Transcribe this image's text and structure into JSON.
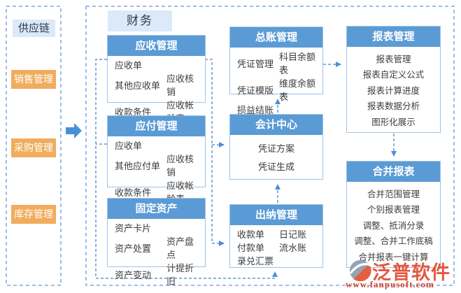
{
  "palette": {
    "header_blue": "#5b9bd5",
    "tab_bg": "#dbe9f8",
    "orange": "#f0ad5e",
    "dashed_border_blue": "#7ea6e0",
    "connector_blue": "#5b9bd5",
    "arrow_blue": "#4a90d9",
    "watermark_orange": "#e25840"
  },
  "supply_chain": {
    "title": "供应链",
    "items": [
      {
        "label": "销售管理"
      },
      {
        "label": "采购管理"
      },
      {
        "label": "库存管理"
      }
    ]
  },
  "finance": {
    "tab_label": "财务"
  },
  "boxes": {
    "receivables": {
      "title": "应收管理",
      "rows": [
        [
          "应收单",
          ""
        ],
        [
          "其他应收单",
          "应收核销"
        ],
        [
          "收款条件",
          "应收帐龄表"
        ]
      ]
    },
    "payables": {
      "title": "应付管理",
      "rows": [
        [
          "应收单",
          ""
        ],
        [
          "其他应付单",
          "应收核销"
        ],
        [
          "收款条件",
          "应收帐龄表"
        ]
      ]
    },
    "fixed_assets": {
      "title": "固定资产",
      "rows": [
        [
          "资产卡片",
          ""
        ],
        [
          "资产处置",
          "资产盘点"
        ],
        [
          "资产变动",
          "计提折旧"
        ]
      ]
    },
    "general_ledger": {
      "title": "总账管理",
      "rows": [
        [
          "凭证管理",
          "科目余额表"
        ],
        [
          "凭证模版",
          "维度余额表"
        ],
        [
          "损益结账",
          ""
        ]
      ]
    },
    "accounting_center": {
      "title": "会计中心",
      "lines": [
        "凭证方案",
        "凭证生成"
      ]
    },
    "cashier": {
      "title": "出纳管理",
      "rows": [
        [
          "收款单",
          "日记账"
        ],
        [
          "付款单",
          "流水账"
        ],
        [
          "录兑汇票",
          ""
        ]
      ]
    },
    "reports": {
      "title": "报表管理",
      "lines": [
        "报表管理",
        "报表自定义公式",
        "报表计算进度",
        "报表数据分析",
        "图形化展示"
      ]
    },
    "consolidation": {
      "title": "合并报表",
      "lines": [
        "合并范围管理",
        "个别报表管理",
        "调整、抵消分录",
        "调整、合并工作底稿",
        "合并报表一键计算"
      ]
    }
  },
  "watermark": {
    "brand": "泛普软件",
    "url": "www.fanpusoft.com"
  }
}
